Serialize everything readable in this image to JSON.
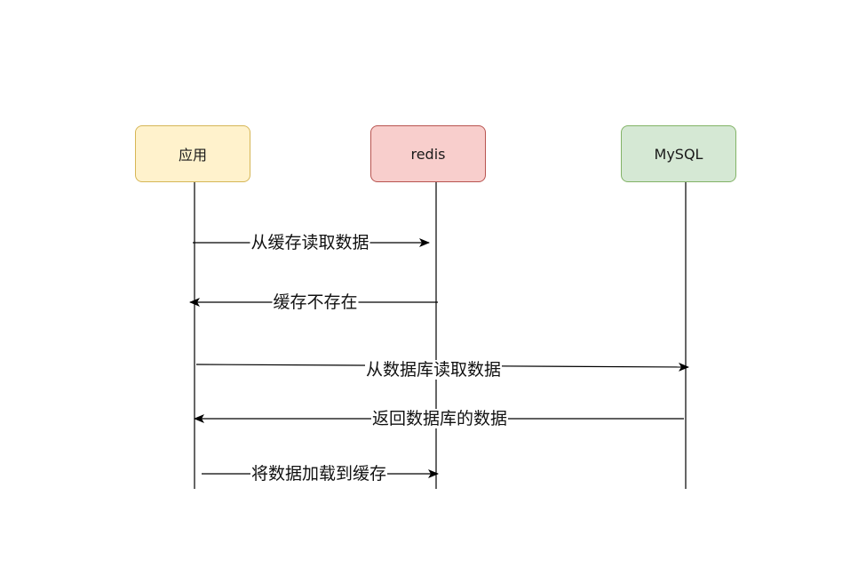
{
  "actors": [
    {
      "id": "app",
      "label": "应用",
      "fill": "#fff2cc",
      "stroke": "#d6b656"
    },
    {
      "id": "redis",
      "label": "redis",
      "fill": "#f8cecc",
      "stroke": "#b85450"
    },
    {
      "id": "mysql",
      "label": "MySQL",
      "fill": "#d5e8d4",
      "stroke": "#82b366"
    }
  ],
  "messages": [
    {
      "from": "应用",
      "to": "redis",
      "label": "从缓存读取数据"
    },
    {
      "from": "redis",
      "to": "应用",
      "label": "缓存不存在"
    },
    {
      "from": "应用",
      "to": "MySQL",
      "label": "从数据库读取数据"
    },
    {
      "from": "MySQL",
      "to": "应用",
      "label": "返回数据库的数据"
    },
    {
      "from": "应用",
      "to": "redis",
      "label": "将数据加载到缓存"
    }
  ]
}
